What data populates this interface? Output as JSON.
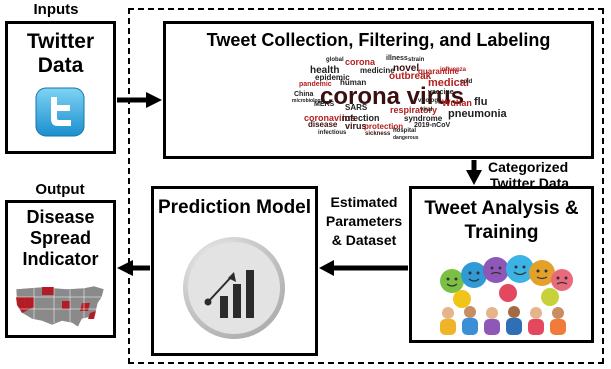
{
  "inputs_label": "Inputs",
  "output_label": "Output",
  "twitter_box": {
    "line1": "Twitter",
    "line2": "Data"
  },
  "collection_box": {
    "title": "Tweet Collection, Filtering, and Labeling"
  },
  "arrow_categorized": {
    "line1": "Categorized",
    "line2": "Twitter Data"
  },
  "analysis_box": {
    "line1": "Tweet Analysis &",
    "line2": "Training"
  },
  "arrow_estimated": {
    "line1": "Estimated",
    "line2": "Parameters",
    "line3": "& Dataset"
  },
  "prediction_box": {
    "title": "Prediction Model"
  },
  "disease_box": {
    "line1": "Disease",
    "line2": "Spread",
    "line3": "Indicator"
  },
  "word_cloud": [
    {
      "text": "corona virus",
      "color": "#3a0f0f"
    },
    {
      "text": "coronavirus",
      "color": "#b32020"
    },
    {
      "text": "pneumonia",
      "color": "#1e1e1e"
    },
    {
      "text": "outbreak",
      "color": "#b32020"
    },
    {
      "text": "infection",
      "color": "#1e1e1e"
    },
    {
      "text": "SARS",
      "color": "#1e1e1e"
    },
    {
      "text": "medical",
      "color": "#b32020"
    },
    {
      "text": "Wuhan",
      "color": "#b32020"
    },
    {
      "text": "flu",
      "color": "#1e1e1e"
    },
    {
      "text": "disease",
      "color": "#3a0f0f"
    },
    {
      "text": "health",
      "color": "#1e1e1e"
    },
    {
      "text": "virus",
      "color": "#3a0f0f"
    },
    {
      "text": "respiratory",
      "color": "#b32020"
    },
    {
      "text": "syndrome",
      "color": "#1e1e1e"
    },
    {
      "text": "novel",
      "color": "#3a0f0f"
    },
    {
      "text": "medicine",
      "color": "#1e1e1e"
    },
    {
      "text": "epidemic",
      "color": "#1e1e1e"
    },
    {
      "text": "pandemic",
      "color": "#b32020"
    },
    {
      "text": "human",
      "color": "#1e1e1e"
    },
    {
      "text": "China",
      "color": "#1e1e1e"
    },
    {
      "text": "MERS",
      "color": "#1e1e1e"
    },
    {
      "text": "corona",
      "color": "#b32020"
    },
    {
      "text": "illness",
      "color": "#1e1e1e"
    },
    {
      "text": "quarantine",
      "color": "#b32020"
    },
    {
      "text": "vaccine",
      "color": "#1e1e1e"
    },
    {
      "text": "protection",
      "color": "#b32020"
    },
    {
      "text": "2019-nCoV",
      "color": "#1e1e1e"
    },
    {
      "text": "hospital",
      "color": "#1e1e1e"
    },
    {
      "text": "sickness",
      "color": "#3a0f0f"
    },
    {
      "text": "dangerous",
      "color": "#1e1e1e"
    },
    {
      "text": "virology",
      "color": "#1e1e1e"
    },
    {
      "text": "strain",
      "color": "#1e1e1e"
    },
    {
      "text": "influenza",
      "color": "#b32020"
    },
    {
      "text": "viral",
      "color": "#1e1e1e"
    },
    {
      "text": "global",
      "color": "#1e1e1e"
    },
    {
      "text": "infectious",
      "color": "#1e1e1e"
    },
    {
      "text": "microbiology",
      "color": "#1e1e1e"
    },
    {
      "text": "cold",
      "color": "#1e1e1e"
    }
  ],
  "colors": {
    "twitter_blue": "#29a9df",
    "prediction_circle": "#c9c9c9",
    "state_red": "#b21c24",
    "state_grey": "#8a8a8a"
  }
}
